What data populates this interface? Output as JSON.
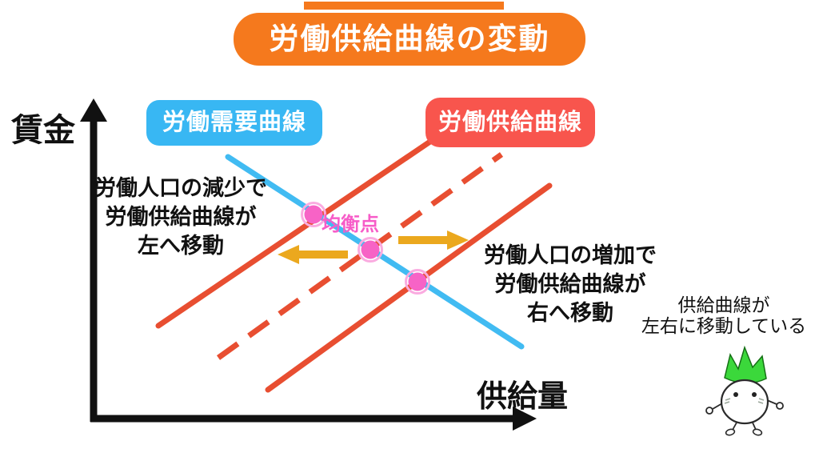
{
  "title": "労働供給曲線の変動",
  "axes": {
    "y_label": "賃金",
    "x_label": "供給量"
  },
  "curve_labels": {
    "demand": "労働需要曲線",
    "supply": "労働供給曲線"
  },
  "equilibrium_label": "均衡点",
  "annotations": {
    "left": [
      "労働人口の減少で",
      "労働供給曲線が",
      "左へ移動"
    ],
    "right": [
      "労働人口の増加で",
      "労働供給曲線が",
      "右へ移動"
    ],
    "note": [
      "供給曲線が",
      "左右に移動している"
    ]
  },
  "diagram": {
    "curves": [
      {
        "name": "labor-demand-curve",
        "style": "solid",
        "direction": "downward"
      },
      {
        "name": "labor-supply-curve-left-shift",
        "style": "solid",
        "direction": "upward"
      },
      {
        "name": "labor-supply-curve-original",
        "style": "dashed",
        "direction": "upward"
      },
      {
        "name": "labor-supply-curve-right-shift",
        "style": "solid",
        "direction": "upward"
      }
    ],
    "equilibrium_points": 3,
    "shift_arrows": [
      "left",
      "right"
    ]
  },
  "colors": {
    "banner_orange": "#F5791D",
    "demand_blue": "#38B7F3",
    "supply_red_label": "#F8554D",
    "curve_red": "#E84E31",
    "curve_blue": "#41BBF2",
    "equilibrium_pink": "#F763C6",
    "equilibrium_ring_pink": "#FAABE0",
    "equilibrium_text_pink": "#F75CC8",
    "shift_arrow_orange": "#EBA81E",
    "mascot_leaf_green": "#3BD83B",
    "axis_black": "#111111"
  }
}
